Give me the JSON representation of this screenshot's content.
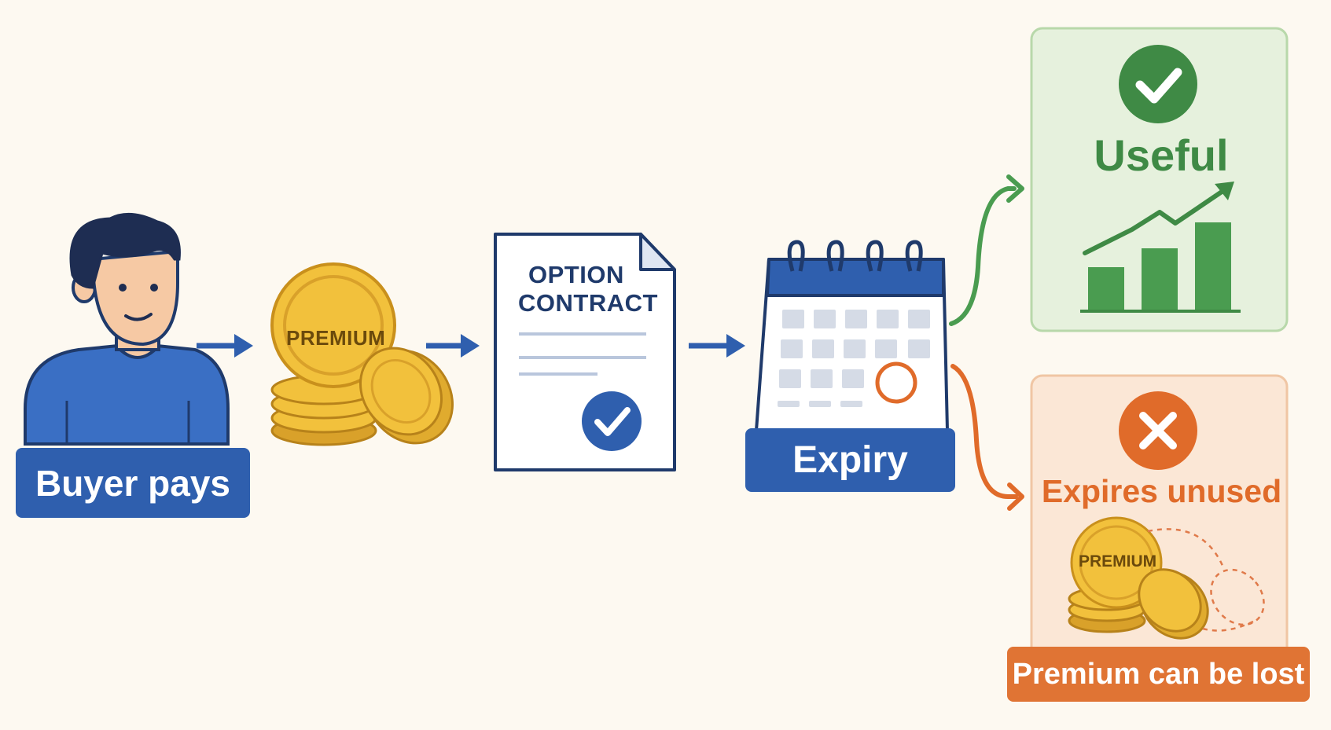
{
  "buyer": {
    "label": "Buyer pays"
  },
  "premium_coin": {
    "text": "PREMIUM"
  },
  "contract": {
    "title_line1": "OPTION",
    "title_line2": "CONTRACT"
  },
  "expiry": {
    "label": "Expiry"
  },
  "outcome_useful": {
    "title": "Useful"
  },
  "outcome_unused": {
    "title": "Expires unused",
    "coin_text": "PREMIUM",
    "footer": "Premium can be lost"
  },
  "colors": {
    "background": "#fdf9f1",
    "primary_blue": "#2f5fae",
    "success_green": "#3f8a45",
    "warning_orange": "#e07434",
    "coin_gold": "#f2c13c"
  }
}
